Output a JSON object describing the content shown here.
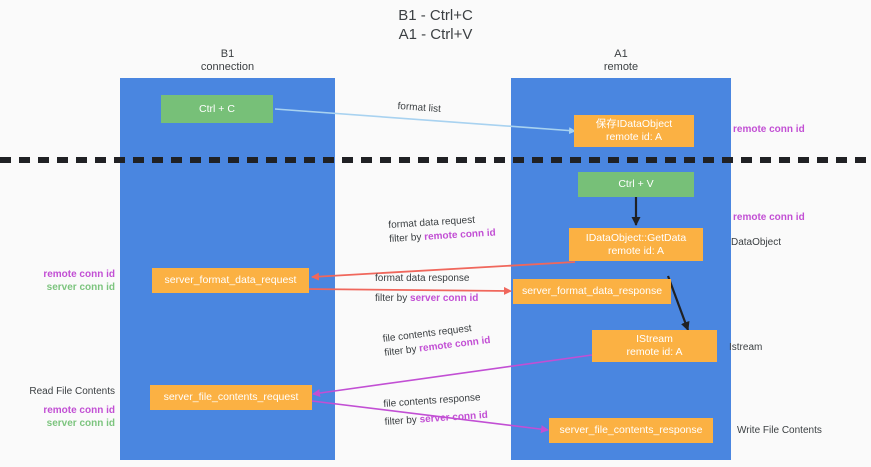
{
  "title": "B1 - Ctrl+C\nA1 - Ctrl+V",
  "columns": [
    {
      "name": "b1",
      "header": "B1\nconnection"
    },
    {
      "name": "a1",
      "header": "A1\nremote"
    }
  ],
  "nodes": [
    {
      "id": "ctrl_c",
      "label": "Ctrl + C",
      "color": "green"
    },
    {
      "id": "save_idataobject",
      "label": "保存IDataObject\nremote id: A",
      "color": "orange"
    },
    {
      "id": "ctrl_v",
      "label": "Ctrl + V",
      "color": "green"
    },
    {
      "id": "getdata",
      "label": "IDataObject::GetData\nremote id: A",
      "color": "orange"
    },
    {
      "id": "server_format_data_request",
      "label": "server_format_data_request",
      "color": "orange"
    },
    {
      "id": "server_format_data_response",
      "label": "server_format_data_response",
      "color": "orange"
    },
    {
      "id": "istream",
      "label": "IStream\nremote id: A",
      "color": "orange"
    },
    {
      "id": "server_file_contents_request",
      "label": "server_file_contents_request",
      "color": "orange"
    },
    {
      "id": "server_file_contents_response",
      "label": "server_file_contents_response",
      "color": "orange"
    }
  ],
  "edge_labels": {
    "format_list": "format list",
    "format_data_request": "format data request",
    "format_data_request_filter_prefix": "filter by ",
    "format_data_request_filter_value": "remote conn id",
    "format_data_response": "format data response",
    "format_data_response_filter_prefix": "filter by ",
    "format_data_response_filter_value": "server conn id",
    "file_contents_request": "file contents request",
    "file_contents_request_filter_prefix": "filter by ",
    "file_contents_request_filter_value": "remote conn id",
    "file_contents_response": "file contents response",
    "file_contents_response_filter_prefix": "filter by ",
    "file_contents_response_filter_value": "server conn id"
  },
  "side_notes": {
    "left_mid_remote": "remote conn id",
    "left_mid_server": "server conn id",
    "left_read_file_contents": "Read File Contents",
    "left_bottom_remote": "remote conn id",
    "left_bottom_server": "server conn id",
    "right_top_remote": "remote conn id",
    "right_mid_remote": "remote conn id",
    "right_dataobject": "DataObject",
    "right_istream": "Istream",
    "right_write_file_contents": "Write File Contents"
  },
  "colors": {
    "lane": "#4a86e0",
    "green_node": "#77c078",
    "orange_node": "#fbb143",
    "arrow_blue": "#a8d2f0",
    "arrow_red": "#f0675c",
    "arrow_magenta": "#c24fd4",
    "arrow_black": "#202124",
    "divider": "#202124",
    "highlight_remote": "#c24fd4",
    "highlight_server": "#7cc47e",
    "background": "#fafafa"
  }
}
